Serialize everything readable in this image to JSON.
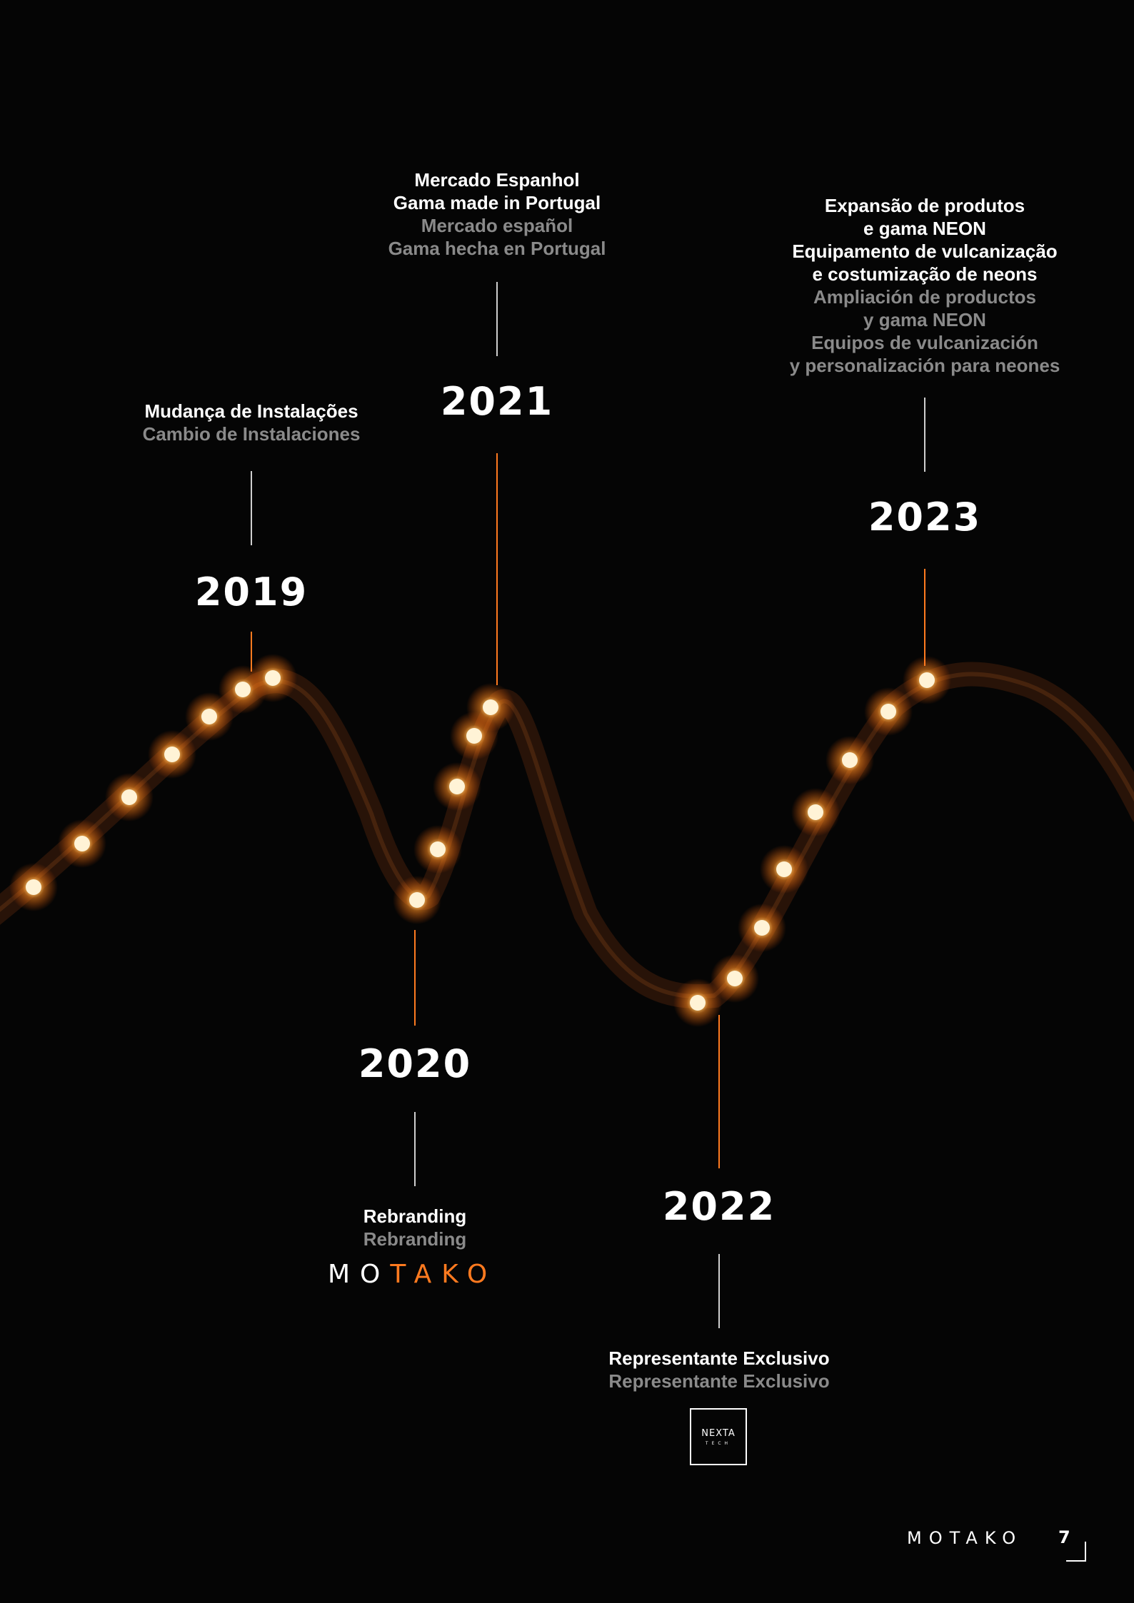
{
  "timeline": [
    {
      "year": "2019",
      "pt_lines": [
        "Mudança de Instalações"
      ],
      "es_lines": [
        "Cambio de Instalaciones"
      ]
    },
    {
      "year": "2020",
      "pt_lines": [
        "Rebranding"
      ],
      "es_lines": [
        "Rebranding"
      ]
    },
    {
      "year": "2021",
      "pt_lines": [
        "Mercado Espanhol",
        "Gama made in Portugal"
      ],
      "es_lines": [
        "Mercado español",
        "Gama hecha en Portugal"
      ]
    },
    {
      "year": "2022",
      "pt_lines": [
        "Representante Exclusivo"
      ],
      "es_lines": [
        "Representante Exclusivo"
      ]
    },
    {
      "year": "2023",
      "pt_lines": [
        "Expansão de produtos",
        "e gama NEON",
        "Equipamento de vulcanização",
        "e costumização de neons"
      ],
      "es_lines": [
        "Ampliación de productos",
        "y gama NEON",
        "Equipos de vulcanización",
        "y personalización para neones"
      ]
    }
  ],
  "rebrand_logo": {
    "part1": "MO",
    "part2": "TAKO"
  },
  "partner_logo": {
    "name": "NEXTA",
    "sub": "TECH"
  },
  "footer": {
    "brand": "MOTAKO",
    "page_number": "7"
  },
  "colors": {
    "background": "#050505",
    "accent": "#ff7a1f",
    "secondary_text": "#8a8a8a",
    "primary_text": "#ffffff"
  }
}
